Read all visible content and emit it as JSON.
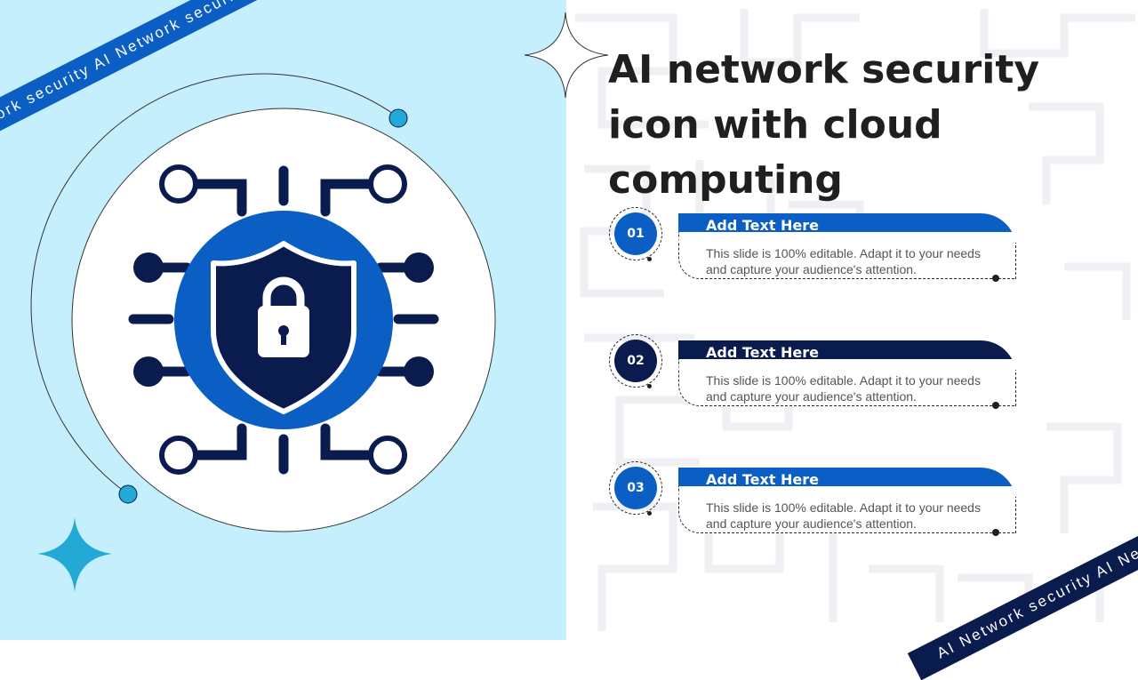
{
  "title": "AI network security icon with cloud computing",
  "ribbons": {
    "top_left": "Network security AI Network security AI",
    "bottom_right": "AI Network security AI Network security"
  },
  "items": [
    {
      "number": "01",
      "heading": "Add Text Here",
      "body": "This slide is 100% editable. Adapt it to your needs and capture your audience's attention.",
      "color": "#0a5ec4"
    },
    {
      "number": "02",
      "heading": "Add Text Here",
      "body": "This slide is 100% editable. Adapt it to your needs and capture your audience's attention.",
      "color": "#0a1b4d"
    },
    {
      "number": "03",
      "heading": "Add Text Here",
      "body": "This slide is 100% editable. Adapt it to your needs and capture your audience's attention.",
      "color": "#0a5ec4"
    }
  ],
  "colors": {
    "left_background": "#c5effd",
    "accent_blue": "#0a5ec4",
    "navy": "#0a1b4d",
    "cyan": "#23a9d6"
  },
  "icons": [
    "shield-lock-icon",
    "circuit-icon",
    "sparkle-icon",
    "orbit-dot-icon"
  ]
}
